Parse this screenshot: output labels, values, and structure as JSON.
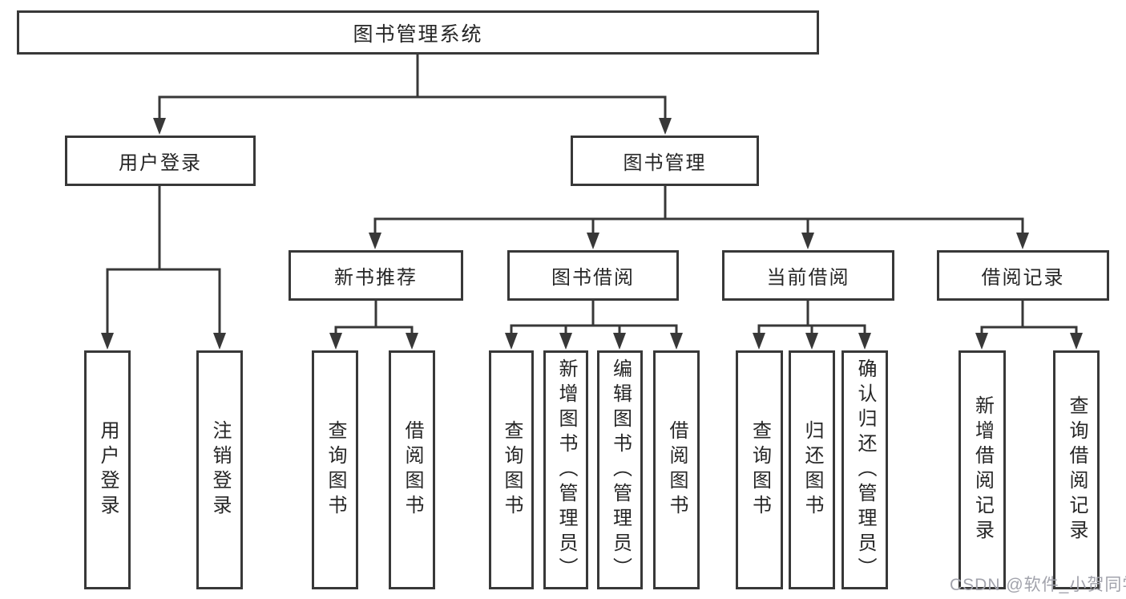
{
  "tree": {
    "root": "图书管理系统",
    "user_branch": {
      "label": "用户登录",
      "leaves": [
        "用户登录",
        "注销登录"
      ]
    },
    "mgmt_branch": {
      "label": "图书管理",
      "groups": [
        {
          "label": "新书推荐",
          "leaves": [
            "查询图书",
            "借阅图书"
          ]
        },
        {
          "label": "图书借阅",
          "leaves": [
            "查询图书",
            "新增图书（管理员）",
            "编辑图书（管理员）",
            "借阅图书"
          ]
        },
        {
          "label": "当前借阅",
          "leaves": [
            "查询图书",
            "归还图书",
            "确认归还（管理员）"
          ]
        },
        {
          "label": "借阅记录",
          "leaves": [
            "新增借阅记录",
            "查询借阅记录"
          ]
        }
      ]
    }
  },
  "watermark": "CSDN @软件_小贺同学"
}
